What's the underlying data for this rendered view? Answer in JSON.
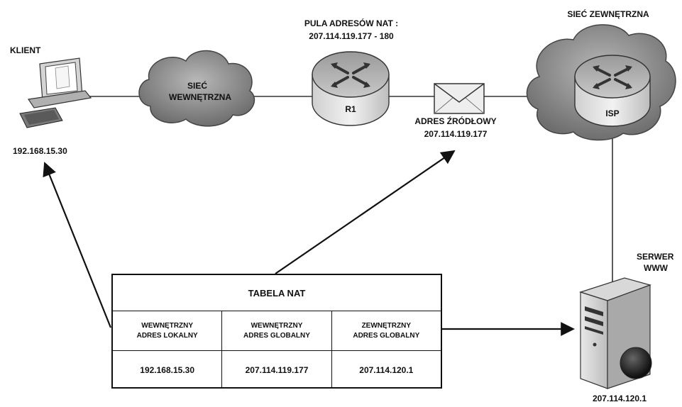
{
  "labels": {
    "client": "KLIENT",
    "client_ip": "192.168.15.30",
    "internal_net": [
      "SIEĆ",
      "WEWNĘTRZNA"
    ],
    "nat_pool_title": "PULA ADRESÓW NAT :",
    "nat_pool_range": "207.114.119.177 - 180",
    "router": "R1",
    "source_addr_title": "ADRES ŹRÓDŁOWY",
    "source_addr_ip": "207.114.119.177",
    "external_net": "SIEĆ ZEWNĘTRZNA",
    "isp": "ISP",
    "server_title": [
      "SERWER",
      "WWW"
    ],
    "server_ip": "207.114.120.1"
  },
  "nat_table": {
    "title": "TABELA NAT",
    "headers": [
      [
        "WEWNĘTRZNY",
        "ADRES LOKALNY"
      ],
      [
        "WEWNĘTRZNY",
        "ADRES GLOBALNY"
      ],
      [
        "ZEWNĘTRZNY",
        "ADRES GLOBALNY"
      ]
    ],
    "values": [
      "192.168.15.30",
      "207.114.119.177",
      "207.114.120.1"
    ]
  }
}
